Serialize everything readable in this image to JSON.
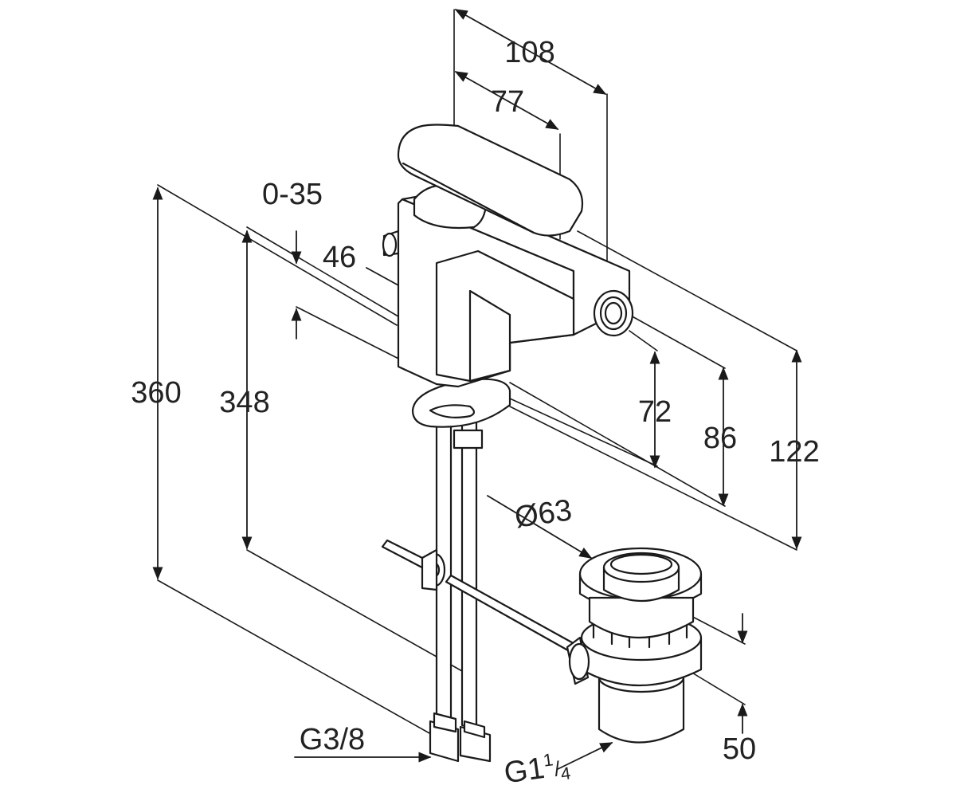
{
  "drawing": {
    "line_color": "#1a1a1a",
    "fill_color": "#ffffff"
  },
  "dimensions": {
    "width_overall": "108",
    "spout_reach": "77",
    "pop_up_stroke": "0-35",
    "tap_hole": "46",
    "height_overall": "360",
    "height_to_base": "348",
    "spout_height": "72",
    "outlet_height_a": "86",
    "outlet_height_b": "122",
    "waste_diameter": "Ø63",
    "connection_supply": "G3/8",
    "connection_waste_main": "G1",
    "connection_waste_num": "1",
    "connection_waste_den": "4",
    "waste_length": "50"
  }
}
